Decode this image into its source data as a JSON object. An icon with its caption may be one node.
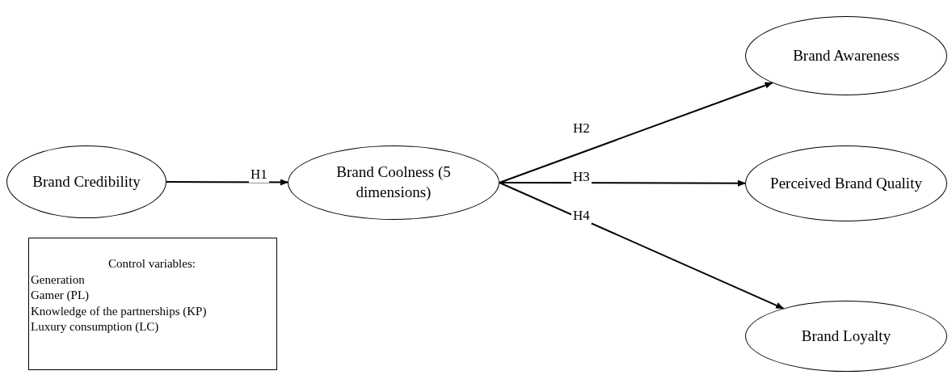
{
  "diagram": {
    "nodes": [
      {
        "text": [
          "Brand Credibility"
        ]
      },
      {
        "text": [
          "Brand Coolness (5 dimensions)"
        ]
      },
      {
        "text": [
          "Brand Awareness"
        ]
      },
      {
        "text": [
          "Perceived Brand Quality"
        ]
      },
      {
        "text": [
          "Brand Loyalty"
        ]
      },
      {
        "text": [
          "Control variables:",
          "Generation",
          "Gamer (PL)",
          "Knowledge of the partnerships (KP)",
          "Luxury consumption (LC)"
        ]
      }
    ],
    "edges": [
      {
        "from": 0,
        "to": 1,
        "arrow": "to",
        "label": "H1"
      },
      {
        "from": 1,
        "to": 2,
        "arrow": "to",
        "label": "H2"
      },
      {
        "from": 1,
        "to": 3,
        "arrow": "to",
        "label": "H3"
      },
      {
        "from": 1,
        "to": 4,
        "arrow": "to",
        "label": "H4"
      }
    ]
  }
}
